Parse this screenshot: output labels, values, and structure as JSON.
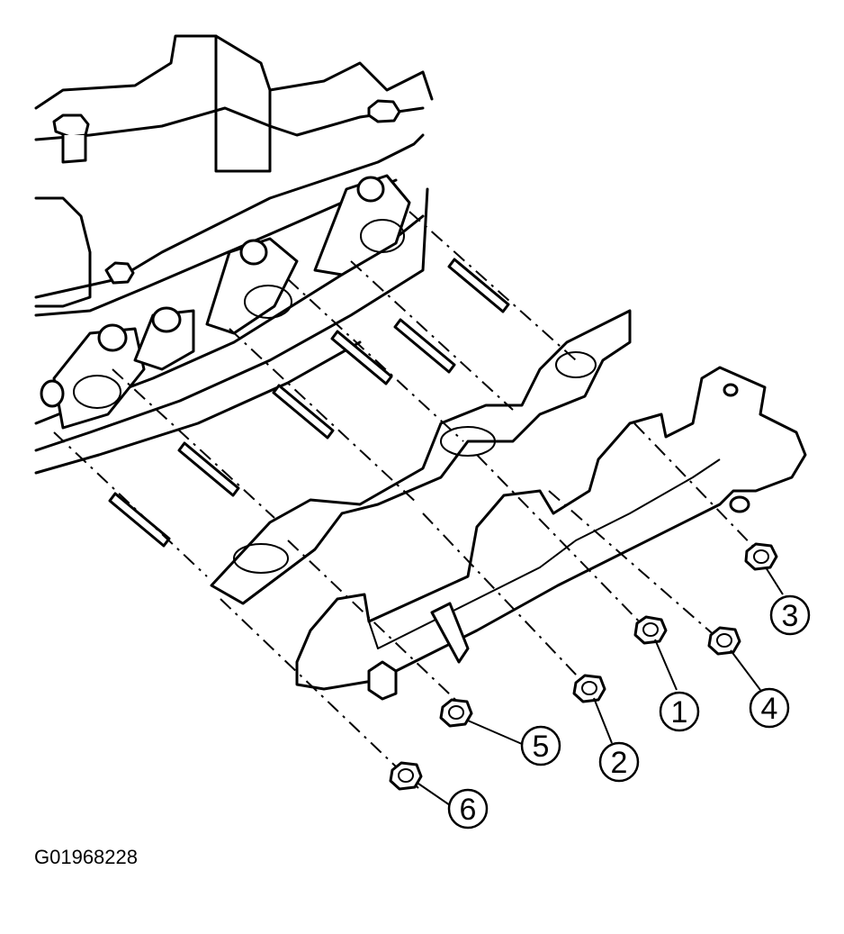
{
  "figure_id": "G01968228",
  "callouts": [
    "1",
    "2",
    "3",
    "4",
    "5",
    "6"
  ]
}
